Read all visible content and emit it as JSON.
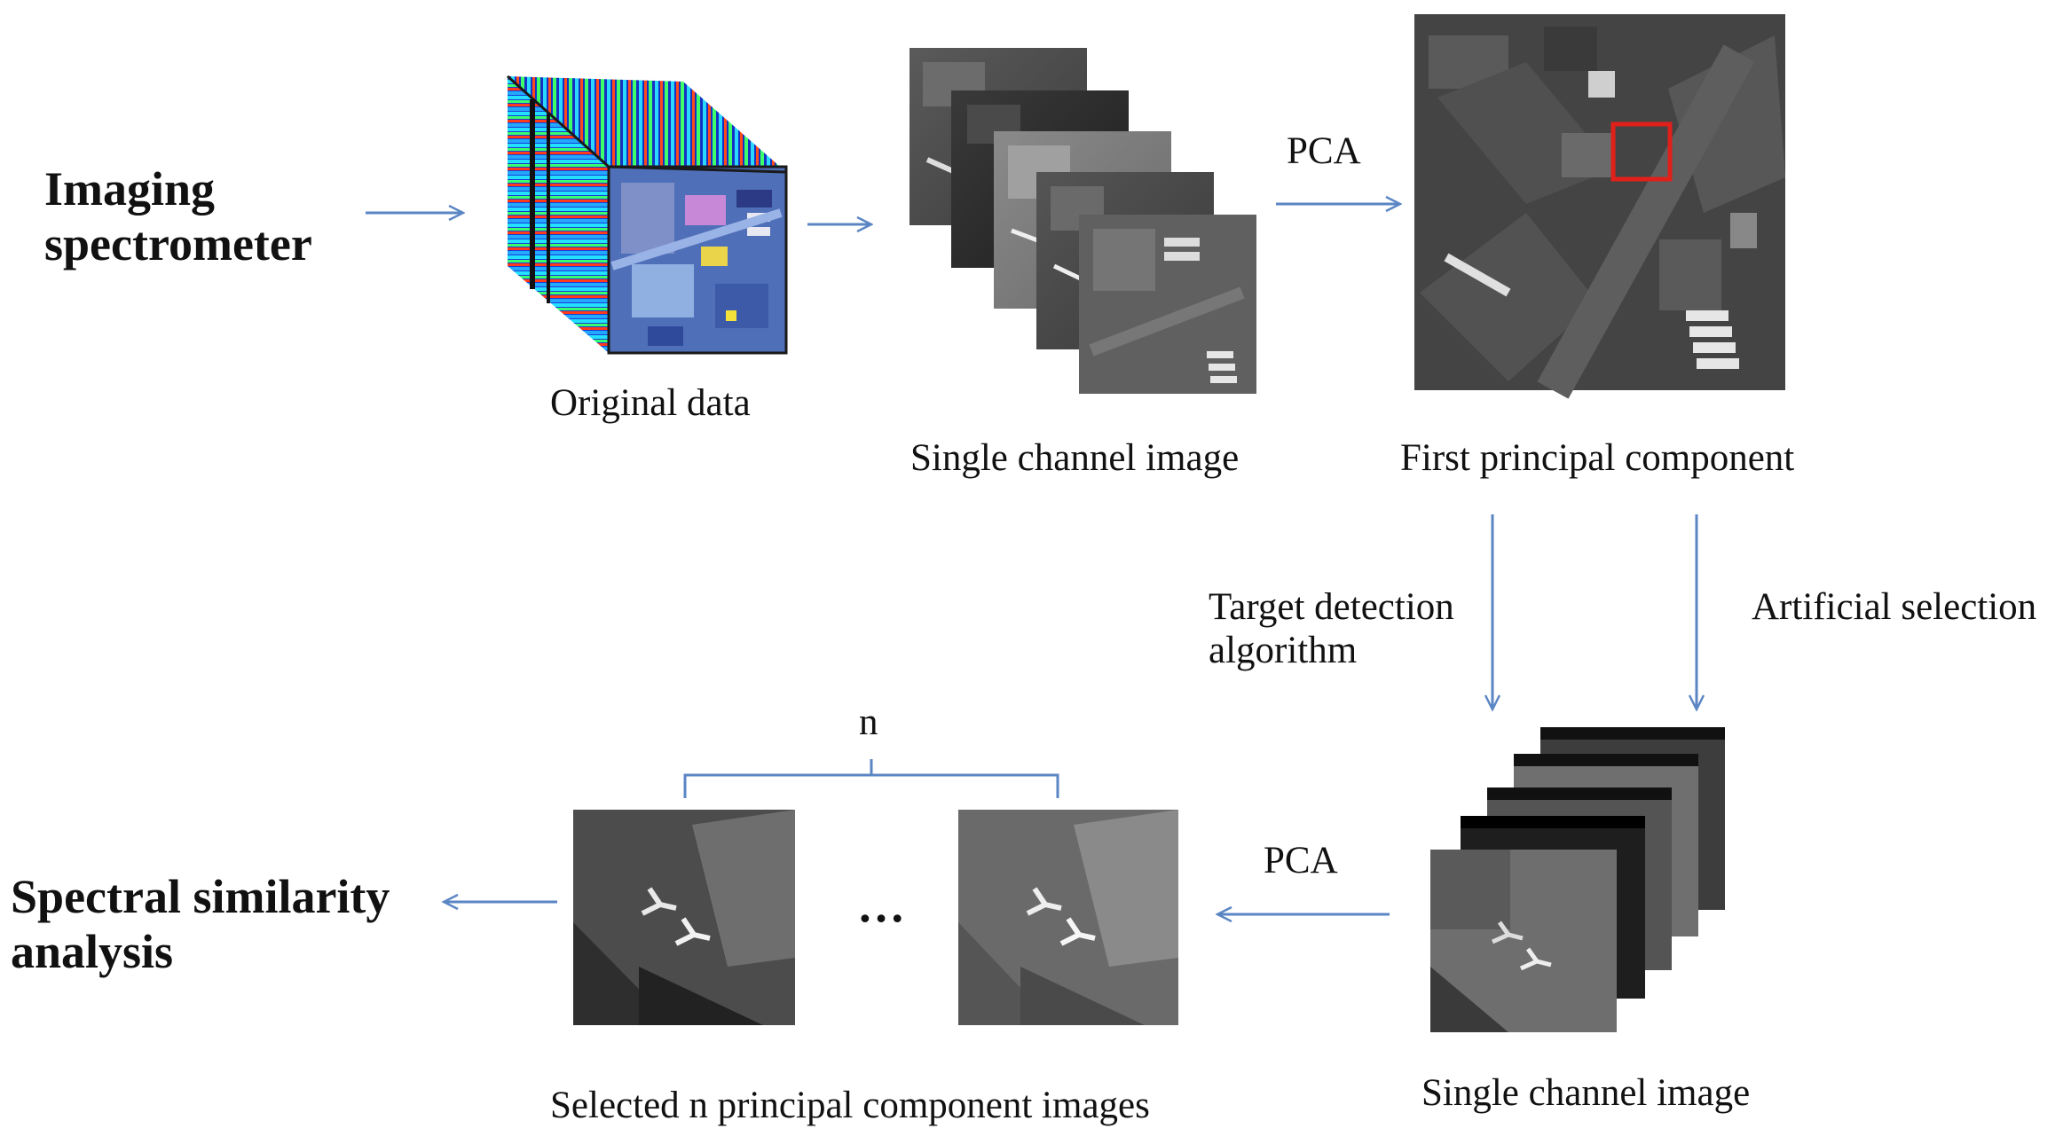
{
  "labels": {
    "imaging": [
      "Imaging",
      "spectrometer"
    ],
    "spectral": [
      "Spectral similarity",
      "analysis"
    ],
    "original_data": "Original data",
    "single_channel_top": "Single channel image",
    "pca_top": "PCA",
    "first_pc": "First principal component",
    "target_detection": [
      "Target detection",
      "algorithm"
    ],
    "artificial_selection": "Artificial selection",
    "n": "n",
    "ellipsis": "…",
    "pca_bottom": "PCA",
    "single_channel_bottom": "Single channel image",
    "selected_n": "Selected n principal component images"
  },
  "colors": {
    "arrow": "#5b86c4",
    "target_box": "#e0201a",
    "text": "#111111"
  }
}
